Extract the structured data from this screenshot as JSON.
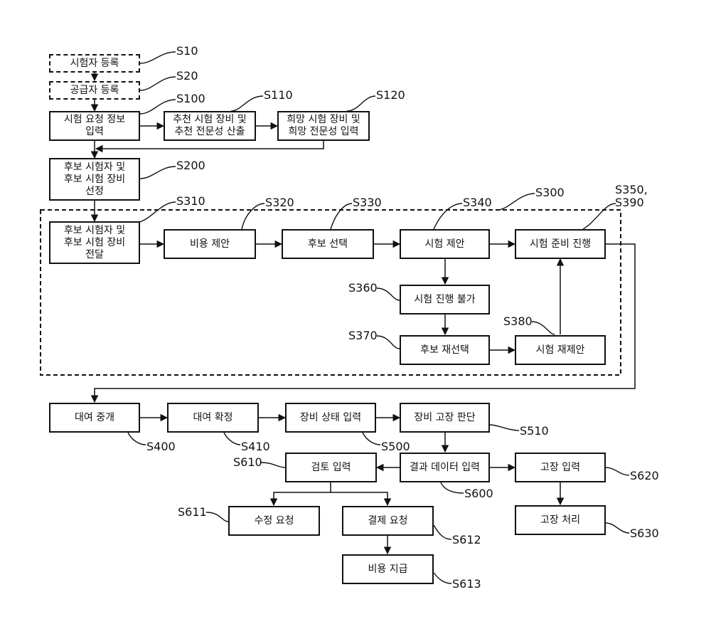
{
  "boxes": {
    "s10": "시험자 등록",
    "s20": "공급자 등록",
    "s100": "시험 요청 정보\n입력",
    "s110": "추천 시험 장비 및\n추천 전문성 산출",
    "s120": "희망 시험 장비 및\n희망 전문성 입력",
    "s200": "후보 시험자 및\n후보 시험 장비\n선정",
    "s310": "후보 시험자 및\n후보 시험 장비\n전달",
    "s320": "비용 제안",
    "s330": "후보 선택",
    "s340": "시험 제안",
    "s350": "시험 준비 진행",
    "s360": "시험 진행 불가",
    "s370": "후보 재선택",
    "s380": "시험 재제안",
    "s400": "대여 중개",
    "s410": "대여 확정",
    "s500": "장비 상태 입력",
    "s510": "장비 고장 판단",
    "s600": "결과 데이터 입력",
    "s610": "검토 입력",
    "s611": "수정 요청",
    "s612": "결제 요청",
    "s613": "비용 지급",
    "s620": "고장 입력",
    "s630": "고장 처리"
  },
  "labels": {
    "s10": "S10",
    "s20": "S20",
    "s100": "S100",
    "s110": "S110",
    "s120": "S120",
    "s200": "S200",
    "s300": "S300",
    "s310": "S310",
    "s320": "S320",
    "s330": "S330",
    "s340": "S340",
    "s350": "S350,\nS390",
    "s360": "S360",
    "s370": "S370",
    "s380": "S380",
    "s400": "S400",
    "s410": "S410",
    "s500": "S500",
    "s510": "S510",
    "s600": "S600",
    "s610": "S610",
    "s611": "S611",
    "s612": "S612",
    "s613": "S613",
    "s620": "S620",
    "s630": "S630"
  }
}
